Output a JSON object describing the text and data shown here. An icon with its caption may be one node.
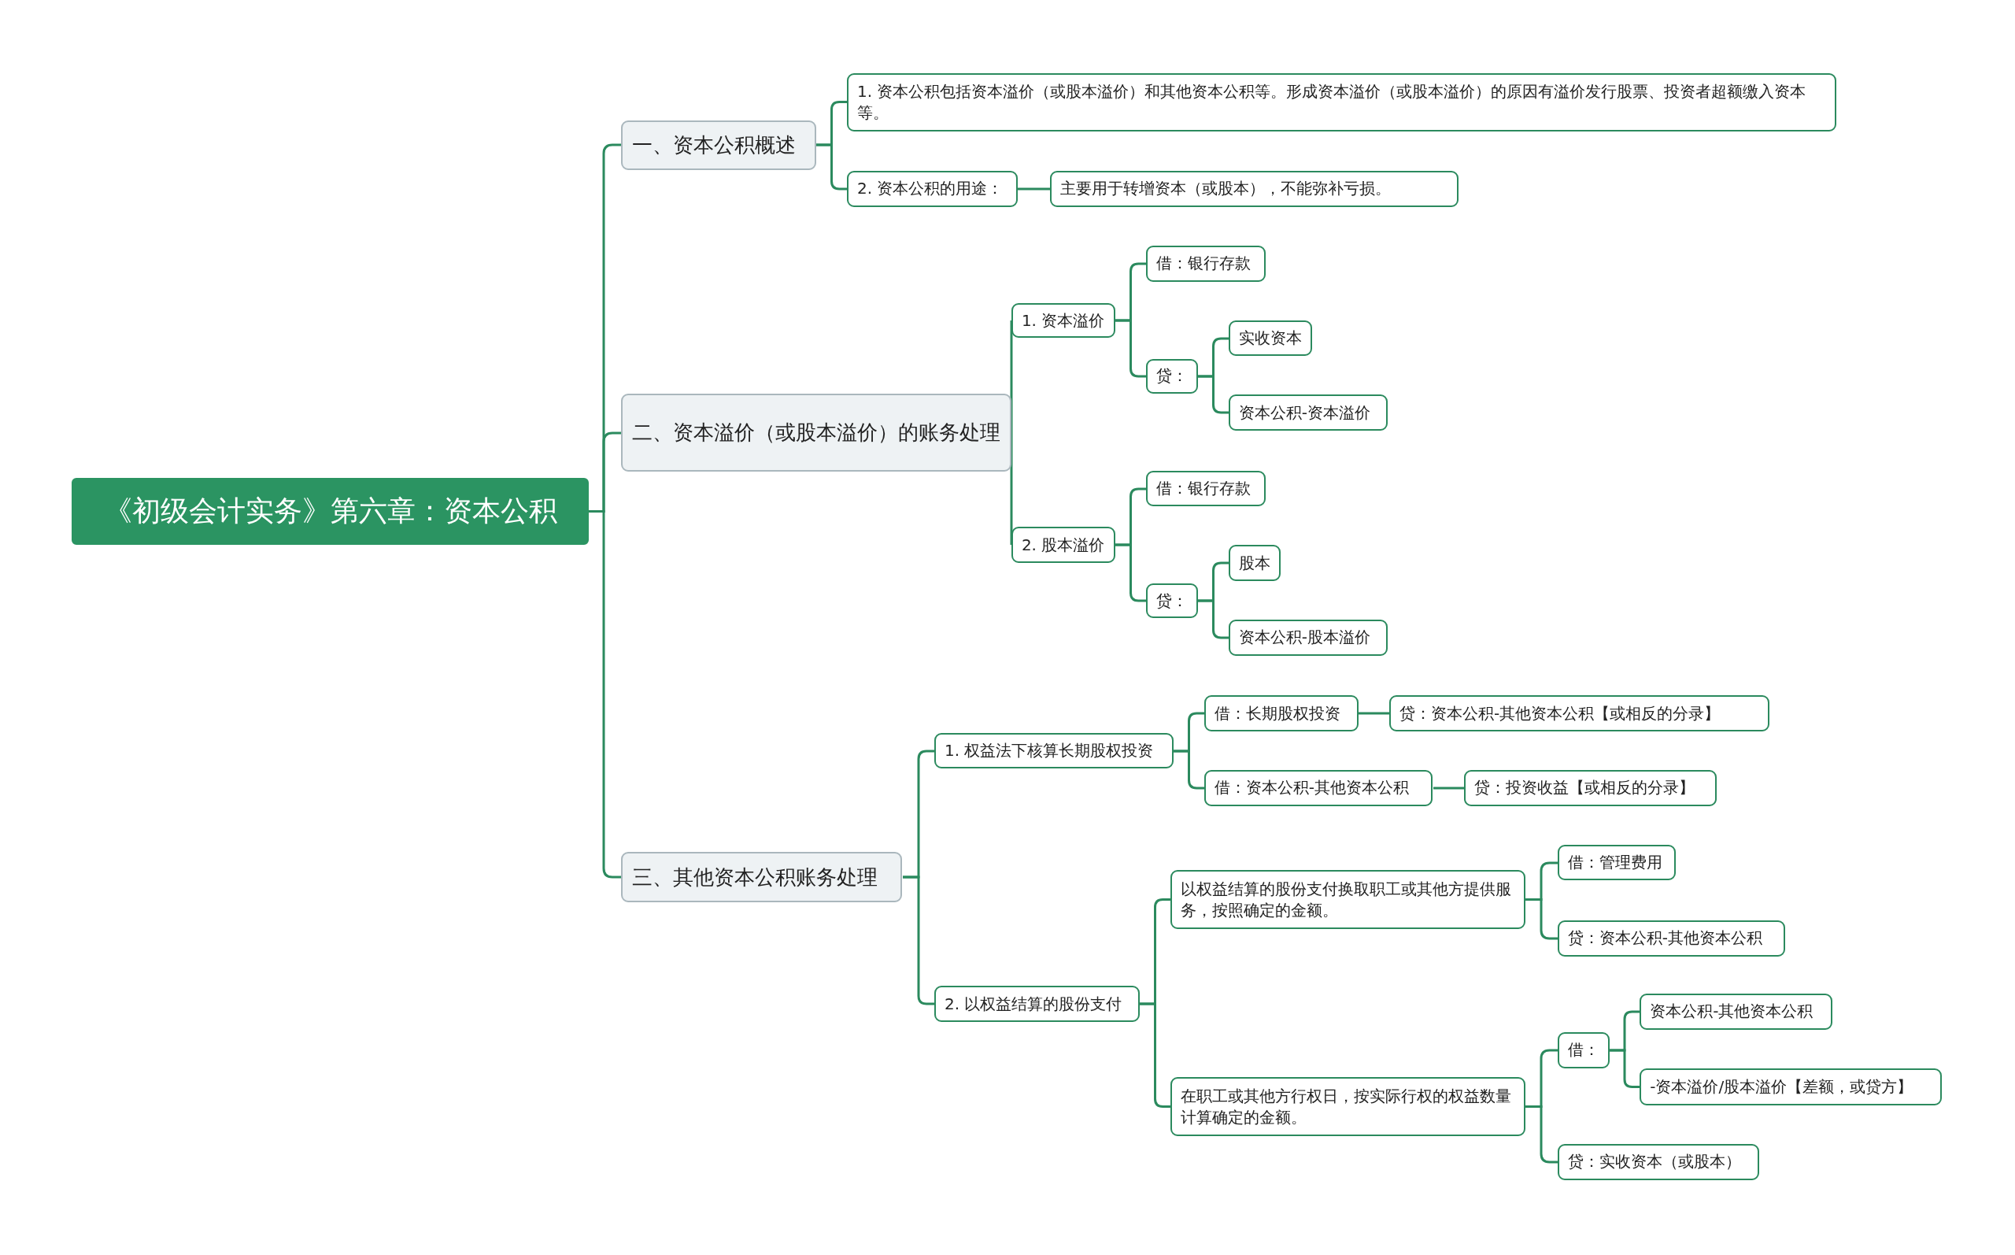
{
  "diagram": {
    "nodes": [
      {
        "text": [
          "《初级会计实务》第六章：资本公积"
        ]
      },
      {
        "text": [
          "一、资本公积概述"
        ]
      },
      {
        "text": [
          "1. 资本公积包括资本溢价（或股本溢价）和其他资本公积等。形成资本溢价（或股本溢价）的原因有溢价发行股票、投资者超额缴入资本等。"
        ]
      },
      {
        "text": [
          "2. 资本公积的用途："
        ]
      },
      {
        "text": [
          "主要用于转增资本（或股本），不能弥补亏损。"
        ]
      },
      {
        "text": [
          "二、资本溢价（或股本溢价）的账务处理"
        ]
      },
      {
        "text": [
          "1. 资本溢价"
        ]
      },
      {
        "text": [
          "借：银行存款"
        ]
      },
      {
        "text": [
          "贷："
        ]
      },
      {
        "text": [
          "实收资本"
        ]
      },
      {
        "text": [
          "资本公积-资本溢价"
        ]
      },
      {
        "text": [
          "2. 股本溢价"
        ]
      },
      {
        "text": [
          "借：银行存款"
        ]
      },
      {
        "text": [
          "贷："
        ]
      },
      {
        "text": [
          "股本"
        ]
      },
      {
        "text": [
          "资本公积-股本溢价"
        ]
      },
      {
        "text": [
          "三、其他资本公积账务处理"
        ]
      },
      {
        "text": [
          "1. 权益法下核算长期股权投资"
        ]
      },
      {
        "text": [
          "借：长期股权投资"
        ]
      },
      {
        "text": [
          "贷：资本公积-其他资本公积【或相反的分录】"
        ]
      },
      {
        "text": [
          "借：资本公积-其他资本公积"
        ]
      },
      {
        "text": [
          "贷：投资收益【或相反的分录】"
        ]
      },
      {
        "text": [
          "2. 以权益结算的股份支付"
        ]
      },
      {
        "text": [
          "以权益结算的股份支付换取职工或其他方提供服务，按照确定的金额。"
        ]
      },
      {
        "text": [
          "借：管理费用"
        ]
      },
      {
        "text": [
          "贷：资本公积-其他资本公积"
        ]
      },
      {
        "text": [
          "在职工或其他方行权日，按实际行权的权益数量计算确定的金额。"
        ]
      },
      {
        "text": [
          "借："
        ]
      },
      {
        "text": [
          "资本公积-其他资本公积"
        ]
      },
      {
        "text": [
          "-资本溢价/股本溢价【差额，或贷方】"
        ]
      },
      {
        "text": [
          "贷：实收资本（或股本）"
        ]
      }
    ],
    "edges": [
      {
        "from": 0,
        "to": 1,
        "arrow": "none"
      },
      {
        "from": 1,
        "to": 2,
        "arrow": "none"
      },
      {
        "from": 1,
        "to": 3,
        "arrow": "none"
      },
      {
        "from": 3,
        "to": 4,
        "arrow": "none"
      },
      {
        "from": 0,
        "to": 5,
        "arrow": "none"
      },
      {
        "from": 5,
        "to": 6,
        "arrow": "none"
      },
      {
        "from": 6,
        "to": 7,
        "arrow": "none"
      },
      {
        "from": 6,
        "to": 8,
        "arrow": "none"
      },
      {
        "from": 8,
        "to": 9,
        "arrow": "none"
      },
      {
        "from": 8,
        "to": 10,
        "arrow": "none"
      },
      {
        "from": 5,
        "to": 11,
        "arrow": "none"
      },
      {
        "from": 11,
        "to": 12,
        "arrow": "none"
      },
      {
        "from": 11,
        "to": 13,
        "arrow": "none"
      },
      {
        "from": 13,
        "to": 14,
        "arrow": "none"
      },
      {
        "from": 13,
        "to": 15,
        "arrow": "none"
      },
      {
        "from": 0,
        "to": 16,
        "arrow": "none"
      },
      {
        "from": 16,
        "to": 17,
        "arrow": "none"
      },
      {
        "from": 17,
        "to": 18,
        "arrow": "none"
      },
      {
        "from": 18,
        "to": 19,
        "arrow": "none"
      },
      {
        "from": 17,
        "to": 20,
        "arrow": "none"
      },
      {
        "from": 20,
        "to": 21,
        "arrow": "none"
      },
      {
        "from": 16,
        "to": 22,
        "arrow": "none"
      },
      {
        "from": 22,
        "to": 23,
        "arrow": "none"
      },
      {
        "from": 23,
        "to": 24,
        "arrow": "none"
      },
      {
        "from": 23,
        "to": 25,
        "arrow": "none"
      },
      {
        "from": 22,
        "to": 26,
        "arrow": "none"
      },
      {
        "from": 26,
        "to": 27,
        "arrow": "none"
      },
      {
        "from": 27,
        "to": 28,
        "arrow": "none"
      },
      {
        "from": 27,
        "to": 29,
        "arrow": "none"
      },
      {
        "from": 26,
        "to": 30,
        "arrow": "none"
      }
    ]
  }
}
